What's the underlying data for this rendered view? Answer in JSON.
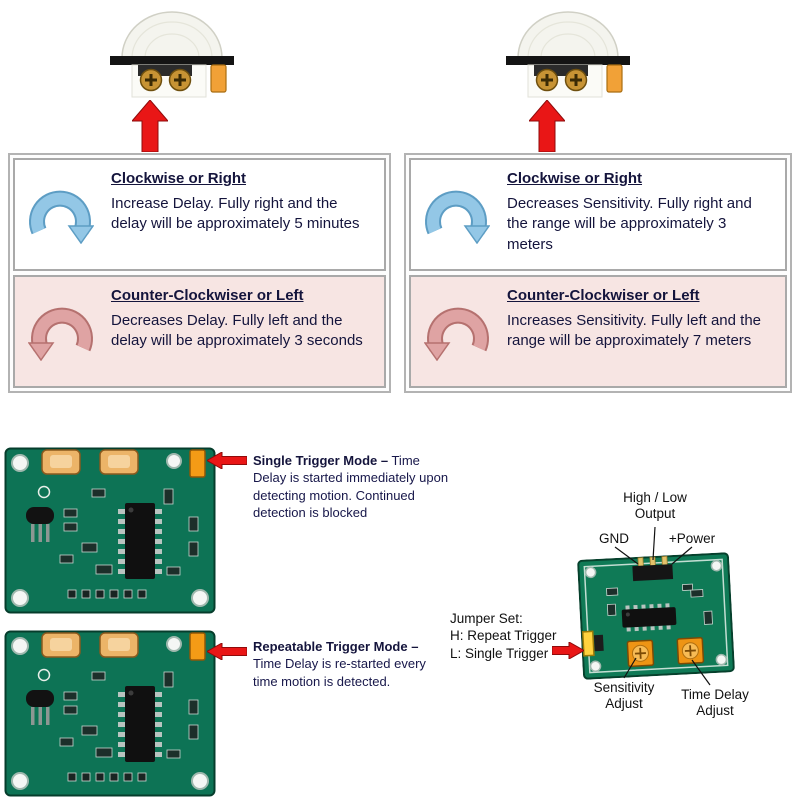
{
  "title": "PIR motion sensor adjustment and trigger-mode diagram",
  "colors": {
    "arrow_red": "#e91616",
    "clockwise_blue": "#93c7e6",
    "counterclockwise_pink": "#dfa3a3",
    "row_pink_bg": "#f7e5e3",
    "pcb_green": "#0d7355",
    "component_orange": "#f49b16",
    "text_navy": "#14143c"
  },
  "icons": {
    "up_arrow": "red-up-arrow-icon",
    "left_arrow": "red-left-arrow-icon",
    "right_arrow": "red-right-arrow-icon",
    "clockwise": "clockwise-arrow-icon",
    "counterclockwise": "counterclockwise-arrow-icon"
  },
  "tables": {
    "delay": {
      "rows": [
        {
          "icon": "clockwise-arrow-icon",
          "heading": "Clockwise or Right",
          "body": "Increase Delay.  Fully right and the delay will be approximately 5 minutes"
        },
        {
          "icon": "counterclockwise-arrow-icon",
          "heading": "Counter-Clockwiser or Left",
          "body": "Decreases Delay.  Fully left and the delay will be approximately 3 seconds"
        }
      ]
    },
    "sensitivity": {
      "rows": [
        {
          "icon": "clockwise-arrow-icon",
          "heading": "Clockwise or Right",
          "body": "Decreases Sensitivity.  Fully right and the range will be approximately 3 meters"
        },
        {
          "icon": "counterclockwise-arrow-icon",
          "heading": "Counter-Clockwiser or Left",
          "body": "Increases Sensitivity.  Fully left and the range will be approximately 7 meters"
        }
      ]
    }
  },
  "trigger_modes": [
    {
      "title": "Single Trigger Mode –",
      "body": "Time Delay is started immediately upon detecting motion.  Continued detection is blocked"
    },
    {
      "title": "Repeatable Trigger Mode –",
      "body": "Time Delay is re-started every time motion is detected."
    }
  ],
  "pinout": {
    "output": [
      "High / Low",
      "Output"
    ],
    "gnd": "GND",
    "power": "+Power",
    "jumper_set": [
      "Jumper Set:",
      "H: Repeat Trigger",
      "L: Single Trigger"
    ],
    "sensitivity_adjust": [
      "Sensitivity",
      "Adjust"
    ],
    "time_delay_adjust": [
      "Time Delay",
      "Adjust"
    ]
  }
}
